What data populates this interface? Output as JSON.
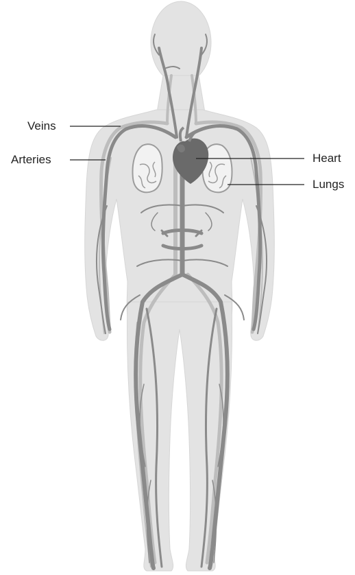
{
  "labels": {
    "veins": "Veins",
    "arteries": "Arteries",
    "heart": "Heart",
    "lungs": "Lungs"
  },
  "colors": {
    "background": "#ffffff",
    "body": "#e3e3e3",
    "body_outline": "#d6d6d6",
    "arteries": "#8a8a8a",
    "veins": "#bdbdbd",
    "heart": "#6a6a6a",
    "lungs": "#9c9c9c",
    "leader_line": "#222222",
    "text": "#222222"
  }
}
